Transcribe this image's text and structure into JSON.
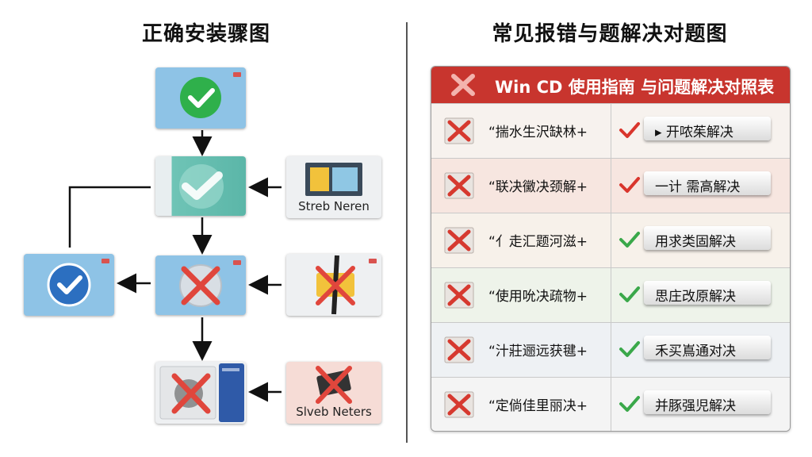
{
  "left_title": "正确安装骤图",
  "right_title": "常见报错与题解决对题图",
  "left_flow": {
    "source_cards": [
      {
        "caption": "Streb Neren"
      },
      {
        "caption": ""
      },
      {
        "caption": "Slveb Neters"
      }
    ]
  },
  "table": {
    "header": "Win CD 使用指南 与问题解决对照表",
    "rows": [
      {
        "problem": "“揣水生沢缺林+",
        "solution": "▸ 开哝茱解决",
        "check_color": "#d9352c",
        "bg": "#f7f2ee"
      },
      {
        "problem": "“联决黴决颈解+",
        "solution": "一计 需高解决",
        "check_color": "#d9352c",
        "bg": "#f7e6e0"
      },
      {
        "problem": "“亻走汇题河滋+",
        "solution": "用求类固解决",
        "check_color": "#3aa84a",
        "bg": "#f7f1ea"
      },
      {
        "problem": "“使用吮决疏物+",
        "solution": "思庄改原解决",
        "check_color": "#3aa84a",
        "bg": "#eef3ea"
      },
      {
        "problem": "“汁莊逦远获毽+",
        "solution": "禾买嶌通对决",
        "check_color": "#3aa84a",
        "bg": "#eef1f4"
      },
      {
        "problem": "“定倘佳里丽决+",
        "solution": "并豚强児解决",
        "check_color": "#3aa84a",
        "bg": "#f4f4f4"
      }
    ]
  }
}
